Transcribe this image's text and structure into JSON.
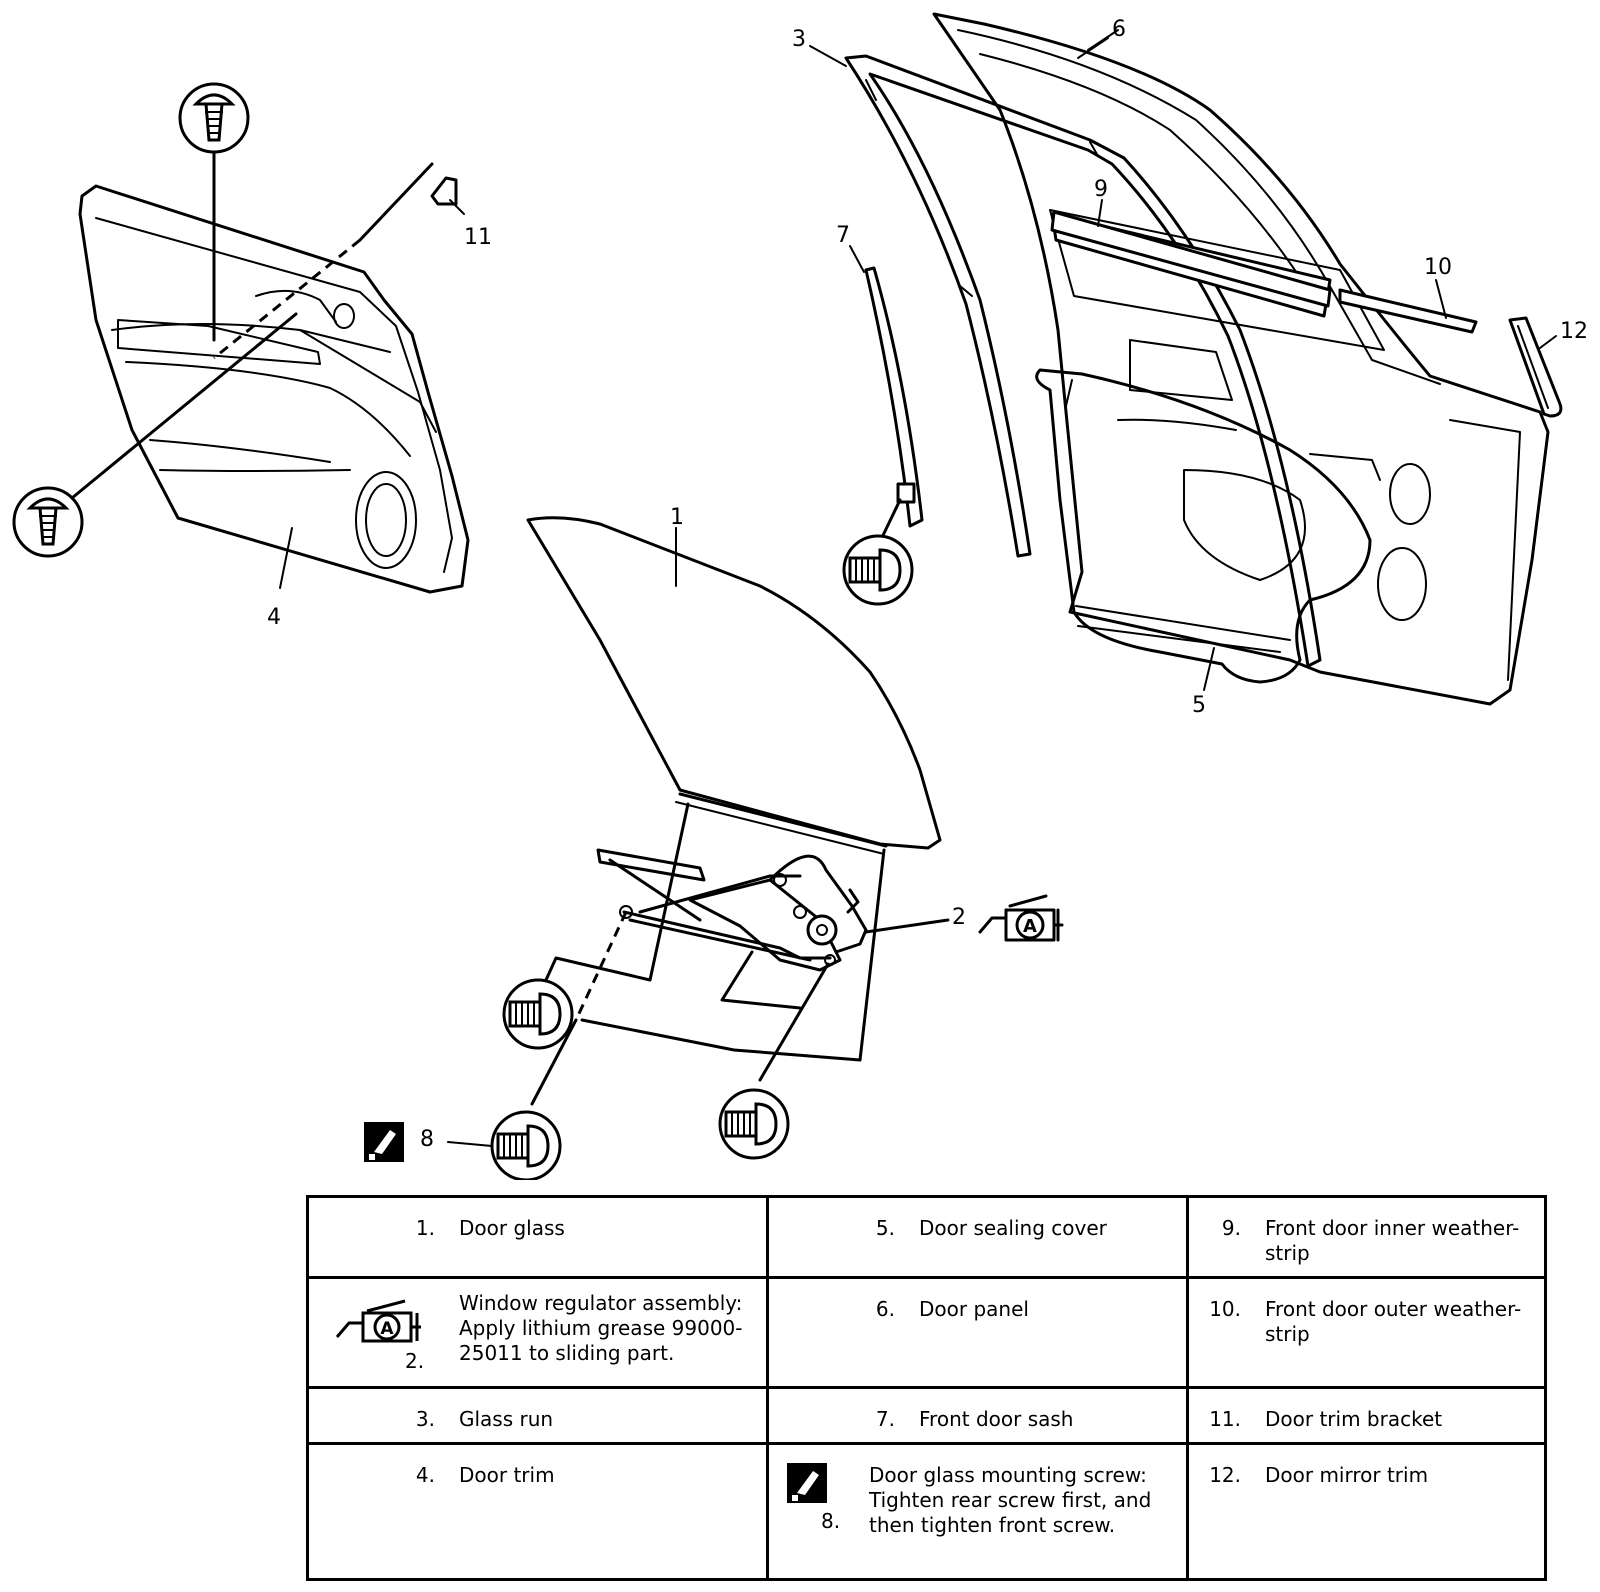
{
  "callouts": {
    "c1": "1",
    "c2": "2",
    "c3": "3",
    "c4": "4",
    "c5": "5",
    "c6": "6",
    "c7": "7",
    "c8": "8",
    "c9": "9",
    "c10": "10",
    "c11": "11",
    "c12": "12"
  },
  "icons": {
    "grease": "grease-application-icon",
    "torque": "tightening-order-icon",
    "clip": "trim-clip-icon",
    "bolt": "bolt-icon"
  },
  "legend": {
    "rows": [
      [
        {
          "num": "1.",
          "text": "Door glass"
        },
        {
          "num": "5.",
          "text": "Door sealing cover"
        },
        {
          "num": "9.",
          "text": "Front door inner weather-strip"
        }
      ],
      [
        {
          "num": "2.",
          "text": "Window regulator assembly: Apply lithium grease 99000-25011 to sliding part.",
          "icon": "grease"
        },
        {
          "num": "6.",
          "text": "Door panel"
        },
        {
          "num": "10.",
          "text": "Front door outer weather-strip"
        }
      ],
      [
        {
          "num": "3.",
          "text": "Glass run"
        },
        {
          "num": "7.",
          "text": "Front door sash"
        },
        {
          "num": "11.",
          "text": "Door trim bracket"
        }
      ],
      [
        {
          "num": "4.",
          "text": "Door trim"
        },
        {
          "num": "8.",
          "text": "Door glass mounting screw: Tighten rear screw first, and then tighten front screw.",
          "icon": "torque"
        },
        {
          "num": "12.",
          "text": "Door mirror trim"
        }
      ]
    ]
  }
}
